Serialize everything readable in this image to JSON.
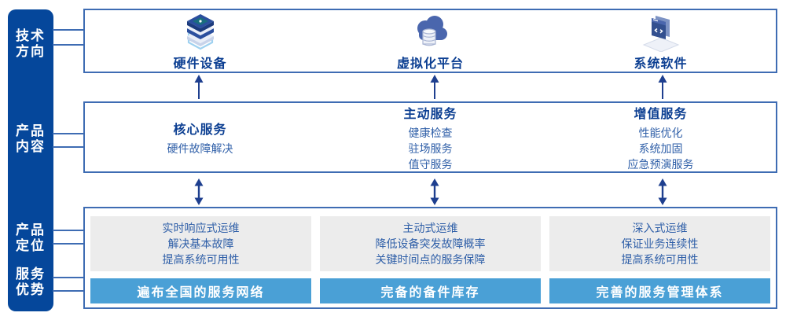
{
  "sidebar": {
    "items": [
      {
        "line1": "技术",
        "line2": "方向"
      },
      {
        "line1": "产品",
        "line2": "内容"
      },
      {
        "line1": "产品",
        "line2": "定位"
      },
      {
        "line1": "服务",
        "line2": "优势"
      }
    ]
  },
  "tech_row": {
    "items": [
      {
        "icon": "server-stack-icon",
        "label": "硬件设备"
      },
      {
        "icon": "cloud-database-icon",
        "label": "虚拟化平台"
      },
      {
        "icon": "code-window-icon",
        "label": "系统软件"
      }
    ]
  },
  "content_row": {
    "columns": [
      {
        "title": "核心服务",
        "items": [
          "硬件故障解决"
        ]
      },
      {
        "title": "主动服务",
        "items": [
          "健康检查",
          "驻场服务",
          "值守服务"
        ]
      },
      {
        "title": "增值服务",
        "items": [
          "性能优化",
          "系统加固",
          "应急预演服务"
        ]
      }
    ]
  },
  "positioning_row": {
    "columns": [
      {
        "lines": [
          "实时响应式运维",
          "解决基本故障",
          "提高系统可用性"
        ],
        "banner": "遍布全国的服务网络"
      },
      {
        "lines": [
          "主动式运维",
          "降低设备突发故障概率",
          "关键时间点的服务保障"
        ],
        "banner": "完备的备件库存"
      },
      {
        "lines": [
          "深入式运维",
          "保证业务连续性",
          "提高系统可用性"
        ],
        "banner": "完善的服务管理体系"
      }
    ]
  },
  "colors": {
    "sidebar_navy": "#05479b",
    "box_border_blue": "#3e6cb3",
    "heading_navy": "#0c3f92",
    "body_blue": "#2f5fa8",
    "banner_blue": "#4aa0d6",
    "panel_gray": "#ececec",
    "arrow_navy": "#1e3f8f"
  }
}
